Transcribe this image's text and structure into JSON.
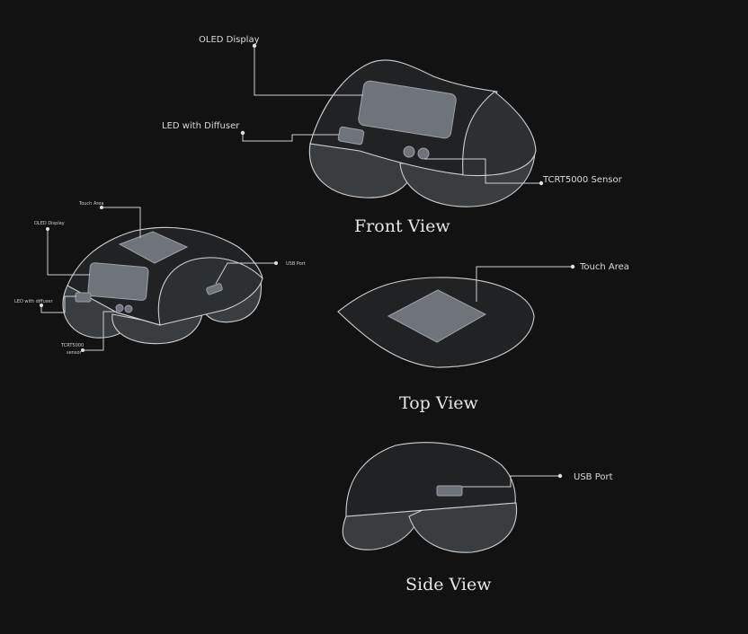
{
  "views": {
    "iso": {
      "touch_area": "Touch Area",
      "oled_display": "OLED Display",
      "usb_port": "USB Port",
      "led_with_diffuser": "LED with diffuser",
      "tcrt_line1": "TCRT5000",
      "tcrt_line2": "sensor"
    },
    "front": {
      "title": "Front View",
      "oled_display": "OLED Display",
      "led_with_diffuser": "LED with Diffuser",
      "tcrt_sensor": "TCRT5000 Sensor"
    },
    "top": {
      "title": "Top View",
      "touch_area": "Touch Area"
    },
    "side": {
      "title": "Side View",
      "usb_port": "USB Port"
    }
  },
  "colors": {
    "background": "#121212",
    "body_dark": "#202224",
    "body_mid": "#2d3033",
    "component": "#6f747a",
    "outline": "#d0d0d0"
  }
}
